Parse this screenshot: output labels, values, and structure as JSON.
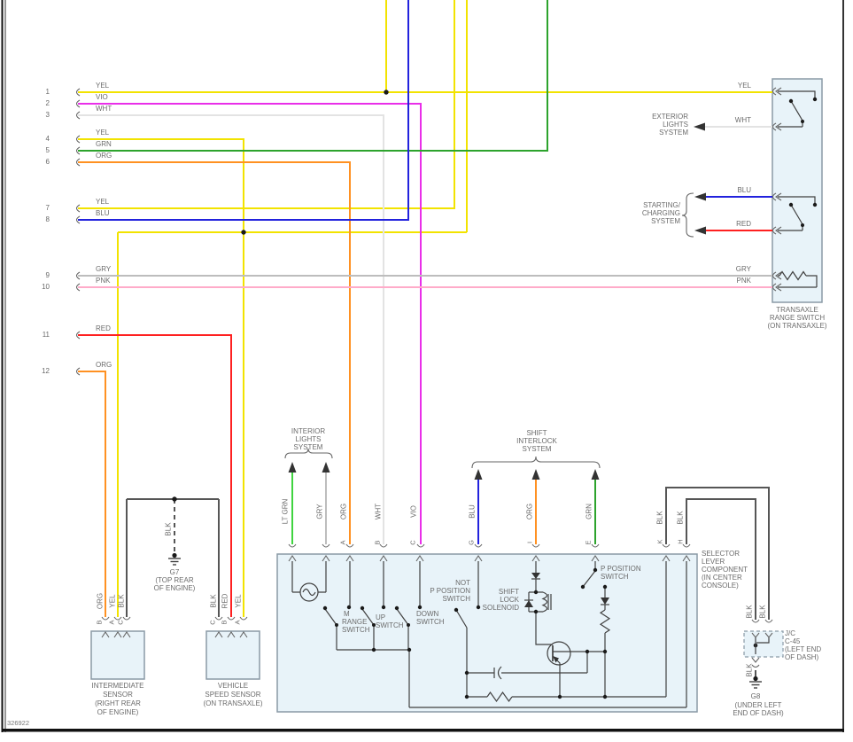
{
  "doc_number": "326922",
  "colors": {
    "YEL": "#f2e300",
    "VIO": "#e92fe9",
    "WHT": "#e3e3e3",
    "GRN": "#2da32d",
    "LT_GRN": "#3fd43f",
    "ORG": "#ff9122",
    "BLU": "#2222dd",
    "GRY": "#bdbdbd",
    "PNK": "#ffabc9",
    "RED": "#fe2020",
    "BLK": "#565656",
    "panel": "#e8f3f9"
  },
  "left_connectors": [
    {
      "n": "1",
      "color": "YEL"
    },
    {
      "n": "2",
      "color": "VIO"
    },
    {
      "n": "3",
      "color": "WHT"
    },
    {
      "n": "4",
      "color": "YEL"
    },
    {
      "n": "5",
      "color": "GRN"
    },
    {
      "n": "6",
      "color": "ORG"
    },
    {
      "n": "7",
      "color": "YEL"
    },
    {
      "n": "8",
      "color": "BLU"
    },
    {
      "n": "9",
      "color": "GRY"
    },
    {
      "n": "10",
      "color": "PNK"
    },
    {
      "n": "11",
      "color": "RED"
    },
    {
      "n": "12",
      "color": "ORG"
    }
  ],
  "systems": {
    "exterior_lights": {
      "l1": "EXTERIOR",
      "l2": "LIGHTS",
      "l3": "SYSTEM"
    },
    "starting_charging": {
      "l1": "STARTING/",
      "l2": "CHARGING",
      "l3": "SYSTEM"
    },
    "interior_lights": {
      "l1": "INTERIOR",
      "l2": "LIGHTS",
      "l3": "SYSTEM"
    },
    "shift_interlock": {
      "l1": "SHIFT",
      "l2": "INTERLOCK",
      "l3": "SYSTEM"
    }
  },
  "transaxle": {
    "wire_yel": "YEL",
    "wire_wht": "WHT",
    "wire_blu": "BLU",
    "wire_red": "RED",
    "wire_gry": "GRY",
    "wire_pnk": "PNK",
    "label1": "TRANSAXLE",
    "label2": "RANGE SWITCH",
    "label3": "(ON TRANSAXLE)"
  },
  "selector": {
    "label1": "SELECTOR",
    "label2": "LEVER",
    "label3": "COMPONENT",
    "label4": "(IN CENTER",
    "label5": "CONSOLE)",
    "wires": {
      "lt_grn": "LT GRN",
      "gry": "GRY",
      "a": "ORG",
      "b": "WHT",
      "c": "VIO",
      "g": "BLU",
      "i": "ORG",
      "e": "GRN",
      "k": "BLK",
      "h": "BLK"
    },
    "pins": {
      "a": "A",
      "b": "B",
      "c": "C",
      "g": "G",
      "i": "I",
      "e": "E",
      "k": "K",
      "h": "H"
    },
    "m_range": {
      "l1": "M",
      "l2": "RANGE",
      "l3": "SWITCH"
    },
    "up": {
      "l1": "UP",
      "l2": "SWITCH"
    },
    "down": {
      "l1": "DOWN",
      "l2": "SWITCH"
    },
    "not_p": {
      "l1": "NOT",
      "l2": "P POSITION",
      "l3": "SWITCH"
    },
    "solenoid": {
      "l1": "SHIFT",
      "l2": "LOCK",
      "l3": "SOLENOID"
    },
    "p_pos": {
      "l1": "P POSITION",
      "l2": "SWITCH"
    }
  },
  "grounds": {
    "g7": {
      "wire": "BLK",
      "name": "G7",
      "l1": "(TOP REAR",
      "l2": "OF ENGINE)"
    },
    "g8": {
      "wire": "BLK",
      "name": "G8",
      "l1": "(UNDER LEFT",
      "l2": "END OF DASH)"
    }
  },
  "jc": {
    "wire1": "BLK",
    "wire2": "BLK",
    "l1": "J/C",
    "l2": "C-45",
    "l3": "(LEFT END",
    "l4": "OF DASH)"
  },
  "sensors": {
    "intermediate": {
      "l1": "INTERMEDIATE",
      "l2": "SENSOR",
      "l3": "(RIGHT REAR",
      "l4": "OF ENGINE)",
      "pin_b": "B",
      "pin_a": "A",
      "pin_c": "C",
      "wire_b": "ORG",
      "wire_a": "YEL",
      "wire_c": "BLK"
    },
    "vehicle": {
      "l1": "VEHICLE",
      "l2": "SPEED SENSOR",
      "l3": "(ON TRANSAXLE)",
      "pin_c": "C",
      "pin_b": "B",
      "pin_a": "A",
      "wire_c": "BLK",
      "wire_b": "RED",
      "wire_a": "YEL"
    }
  }
}
